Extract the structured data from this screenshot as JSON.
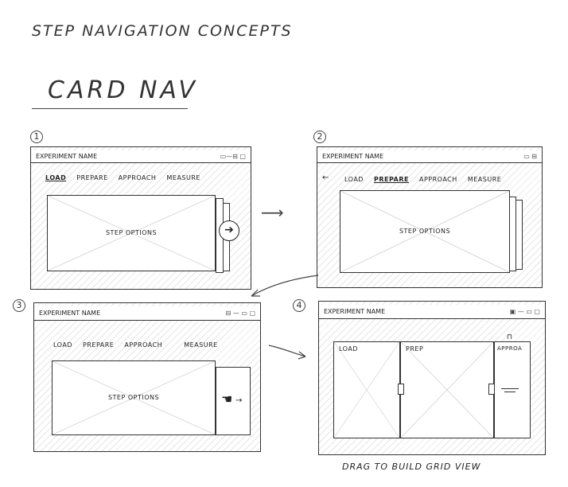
{
  "title": "STEP NAVIGATION CONCEPTS",
  "subtitle": "CARD NAV",
  "caption": "DRAG TO BUILD GRID VIEW",
  "panels": [
    {
      "number": "1",
      "experiment_name": "EXPERIMENT NAME",
      "tabs": [
        "LOAD",
        "PREPARE",
        "APPROACH",
        "MEASURE"
      ],
      "card_label": "STEP OPTIONS"
    },
    {
      "number": "2",
      "experiment_name": "EXPERIMENT NAME",
      "tabs": [
        "LOAD",
        "PREPARE",
        "APPROACH",
        "MEASURE"
      ],
      "card_label": "STEP OPTIONS"
    },
    {
      "number": "3",
      "experiment_name": "EXPERIMENT NAME",
      "tabs": [
        "LOAD",
        "PREPARE",
        "APPROACH",
        "MEASURE"
      ],
      "card_label": "STEP OPTIONS"
    },
    {
      "number": "4",
      "experiment_name": "EXPERIMENT NAME",
      "columns": [
        "LOAD",
        "PREP",
        "APPROA"
      ]
    }
  ],
  "icons": [
    "arrow-right-icon",
    "hand-pointer-icon",
    "flow-arrow-icon"
  ]
}
